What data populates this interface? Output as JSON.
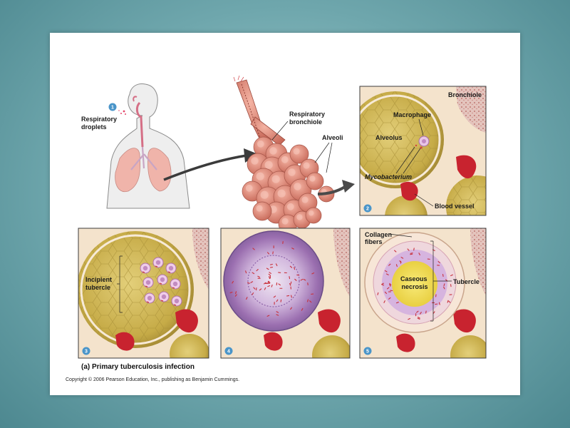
{
  "figure": {
    "labels": {
      "respiratory_droplets": [
        "Respiratory",
        "droplets"
      ],
      "respiratory_bronchiole": [
        "Respiratory",
        "bronchiole"
      ],
      "alveoli": "Alveoli",
      "bronchiole": "Bronchiole",
      "macrophage": "Macrophage",
      "alveolus": "Alveolus",
      "mycobacterium": "Mycobacterium",
      "blood_vessel": "Blood vessel",
      "incipient_tubercle": [
        "Incipient",
        "tubercle"
      ],
      "collagen_fibers": [
        "Collagen",
        "fibers"
      ],
      "caseous_necrosis": [
        "Caseous",
        "necrosis"
      ],
      "tubercle": "Tubercle"
    },
    "step_numbers": [
      "1",
      "2",
      "3",
      "4",
      "5"
    ],
    "caption": "(a) Primary tuberculosis infection",
    "copyright": "Copyright © 2006 Pearson Education, Inc., publishing as Benjamin Cummings."
  },
  "colors": {
    "background": "#6fa7ad",
    "slide": "#ffffff",
    "step_badge": "#4a95c9",
    "alveolus_fill": "#cdb44f",
    "blood_vessel": "#c8232f",
    "lung_tissue": "#e08a7a",
    "tubercle_purple": "#a476b4",
    "caseous_yellow": "#f0dc58"
  }
}
